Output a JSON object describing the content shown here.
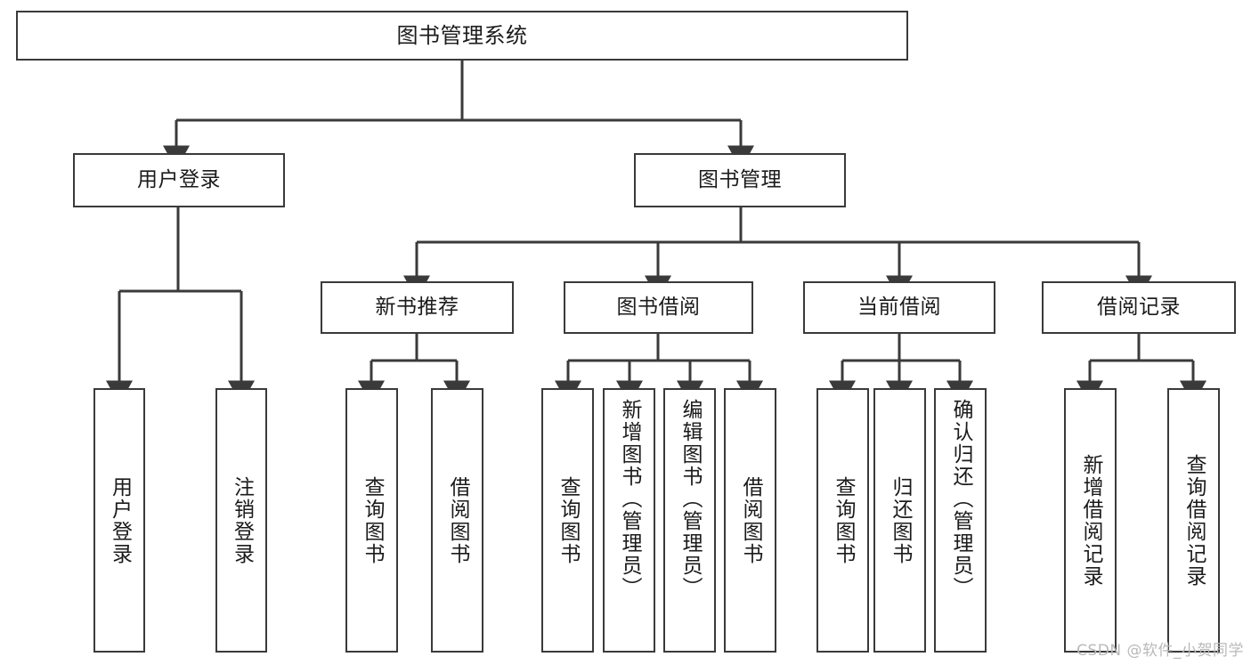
{
  "diagram": {
    "title": "图书管理系统",
    "watermark": "CSDN @软件_小贺同学",
    "stroke_color": "#3a3a3a",
    "text_color": "#1b1b1b",
    "background_color": "#ffffff",
    "watermark_color": "#b9b9b9",
    "nodes": {
      "root": {
        "label": "图书管理系统"
      },
      "level1": [
        {
          "label": "用户登录"
        },
        {
          "label": "图书管理"
        }
      ],
      "level2": [
        {
          "label": "新书推荐"
        },
        {
          "label": "图书借阅"
        },
        {
          "label": "当前借阅"
        },
        {
          "label": "借阅记录"
        }
      ],
      "leaves": {
        "user_login": [
          {
            "label": "用户登录"
          },
          {
            "label": "注销登录"
          }
        ],
        "new_book_recommend": [
          {
            "label": "查询图书"
          },
          {
            "label": "借阅图书"
          }
        ],
        "book_borrow": [
          {
            "label": "查询图书"
          },
          {
            "label": "新增图书（管理员）"
          },
          {
            "label": "编辑图书（管理员）"
          },
          {
            "label": "借阅图书"
          }
        ],
        "current_borrow": [
          {
            "label": "查询图书"
          },
          {
            "label": "归还图书"
          },
          {
            "label": "确认归还（管理员）"
          }
        ],
        "borrow_record": [
          {
            "label": "新增借阅记录"
          },
          {
            "label": "查询借阅记录"
          }
        ]
      }
    }
  }
}
